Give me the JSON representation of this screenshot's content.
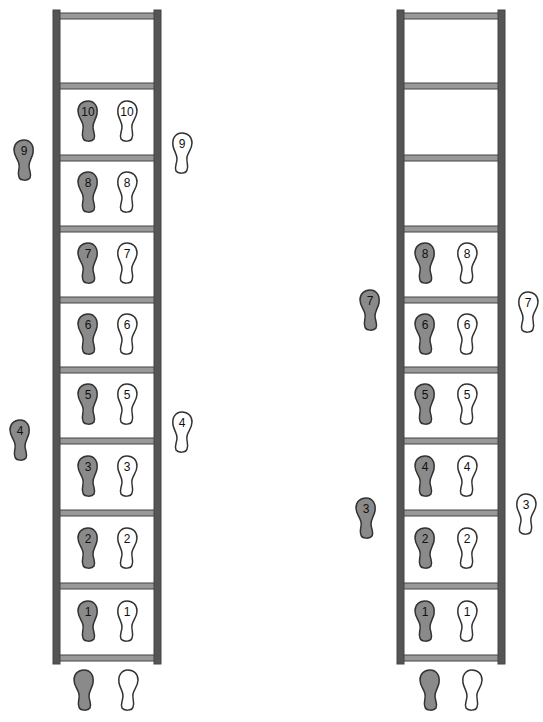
{
  "diagram": {
    "labels": [
      "10",
      "10",
      "9",
      "9",
      "8",
      "8",
      "7",
      "7",
      "6",
      "6",
      "5",
      "5",
      "4",
      "4",
      "3",
      "3",
      "2",
      "2",
      "1",
      "1",
      "8",
      "8",
      "7",
      "7",
      "6",
      "6",
      "5",
      "5",
      "4",
      "4",
      "3",
      "3",
      "2",
      "2",
      "1",
      "1"
    ]
  }
}
